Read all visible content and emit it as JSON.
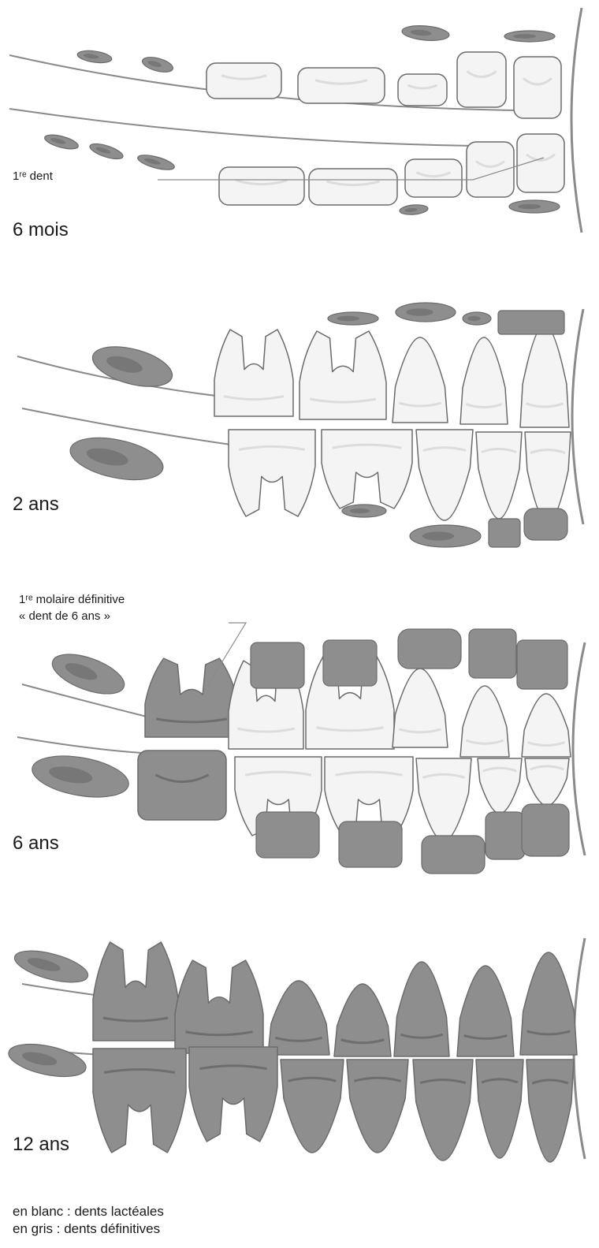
{
  "diagram": {
    "stages": [
      {
        "id": "6m",
        "label": "6 mois",
        "annotation": "1ʳᵉ dent"
      },
      {
        "id": "2a",
        "label": "2 ans"
      },
      {
        "id": "6a",
        "label": "6 ans",
        "annotation_line1": "1ʳᵉ molaire définitive",
        "annotation_line2": "« dent de 6 ans »"
      },
      {
        "id": "12a",
        "label": "12 ans"
      }
    ],
    "legend": {
      "line1": "en blanc : dents lactéales",
      "line2": "en gris : dents définitives"
    },
    "colors": {
      "milk_tooth": "#f4f4f4",
      "milk_tooth_shade": "#dcdcdc",
      "permanent_tooth": "#8e8e8e",
      "permanent_tooth_dark": "#6e6e6e",
      "outline": "#6b6b6b",
      "jaw_line": "#8a8a8a"
    }
  }
}
